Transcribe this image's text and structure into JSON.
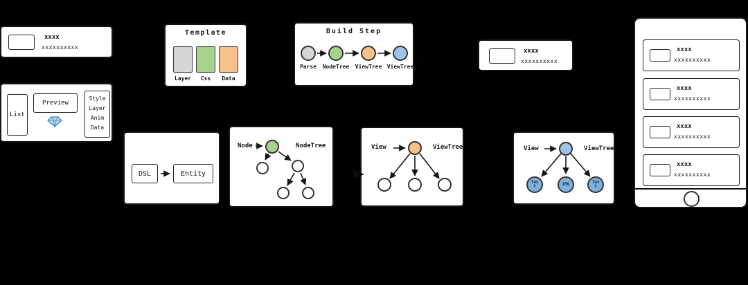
{
  "page": {
    "background": "#000000"
  },
  "colors": {
    "gray": "#d6d6d6",
    "green": "#a9d18e",
    "orange": "#f8c08a",
    "blue": "#9dc3e6",
    "leaf_blue": "#7fb0dc",
    "logo_blue": "#3b82c4",
    "stroke": "#151515",
    "panel_bg": "#ffffff",
    "page_bg": "#000000"
  },
  "card_top_left": {
    "title": "xxxx",
    "subtitle": "xxxxxxxxxx"
  },
  "editor_panel": {
    "list_label": "List",
    "preview_label": "Preview",
    "sidebar_lines": [
      "Style",
      "Layer",
      "Anim",
      "Data"
    ]
  },
  "template_panel": {
    "title": "Template",
    "blocks": [
      {
        "label": "Layer",
        "color": "#d6d6d6"
      },
      {
        "label": "Css",
        "color": "#a9d18e"
      },
      {
        "label": "Data",
        "color": "#f8c08a"
      }
    ]
  },
  "build_panel": {
    "title": "Build Step",
    "steps": [
      {
        "label": "Parse",
        "color": "#d6d6d6"
      },
      {
        "label": "NodeTree",
        "color": "#a9d18e"
      },
      {
        "label": "ViewTree",
        "color": "#f8c08a"
      },
      {
        "label": "ViewTree",
        "color": "#9dc3e6"
      }
    ]
  },
  "card_top_right": {
    "title": "xxxx",
    "subtitle": "xxxxxxxxxx"
  },
  "phone_panel": {
    "cards": [
      {
        "title": "xxxx",
        "subtitle": "xxxxxxxxxx"
      },
      {
        "title": "xxxx",
        "subtitle": "xxxxxxxxxx"
      },
      {
        "title": "xxxx",
        "subtitle": "xxxxxxxxxx"
      },
      {
        "title": "xxxx",
        "subtitle": "xxxxxxxxxx"
      }
    ]
  },
  "dsl_panel": {
    "source_label": "DSL",
    "target_label": "Entity"
  },
  "node_tree_panel": {
    "node_label": "Node",
    "tree_label": "NodeTree"
  },
  "view_tree_orange_panel": {
    "node_label": "View",
    "tree_label": "ViewTree"
  },
  "view_tree_blue_panel": {
    "node_label": "View",
    "tree_label": "ViewTree",
    "leaf_labels": [
      "Text",
      "IMG",
      "Text"
    ]
  }
}
